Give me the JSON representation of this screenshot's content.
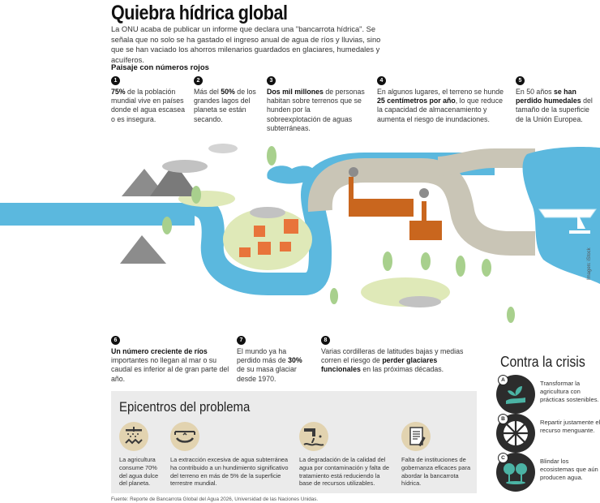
{
  "header": {
    "title": "Quiebra hídrica global",
    "intro": "La ONU acaba de publicar un informe que declara una \"bancarrota hídrica\". Se señala que no solo se ha gastado el ingreso anual de agua de ríos y lluvias, sino que se han vaciado los ahorros milenarios guardados en glaciares, humedales y acuíferos.",
    "subhead": "Paisaje con números rojos"
  },
  "facts": [
    {
      "num": "1",
      "bold": "75%",
      "text": " de la población mundial vive en países donde el agua escasea o es insegura."
    },
    {
      "num": "2",
      "pre": "Más del ",
      "bold": "50%",
      "text": " de los grandes lagos del planeta se están secando."
    },
    {
      "num": "3",
      "bold": "Dos mil millones",
      "text": " de personas habitan sobre terrenos que se hunden por la sobreexplotación de aguas subterráneas."
    },
    {
      "num": "4",
      "pre": "En algunos lugares, el terreno se hunde ",
      "bold": "25 centímetros por año",
      "text": ", lo que reduce la capacidad de almacenamiento y aumenta el riesgo de inundaciones."
    },
    {
      "num": "5",
      "pre": "En 50 años ",
      "bold": "se han perdido humedales",
      "text": " del tamaño de la superficie de la Unión Europea."
    },
    {
      "num": "6",
      "bold": "Un número creciente de ríos",
      "text": " importantes no llegan al mar o su caudal es inferior al de gran parte del año."
    },
    {
      "num": "7",
      "pre": "El mundo ya ha perdido más de ",
      "bold": "30%",
      "text": " de su masa glaciar desde 1970."
    },
    {
      "num": "8",
      "pre": "Varias cordilleras de latitudes bajas y medias corren el riesgo de ",
      "bold": "perder glaciares funcionales",
      "text": " en las próximas décadas."
    }
  ],
  "crisis": {
    "title": "Contra la crisis",
    "items": [
      {
        "badge": "A",
        "text": "Transformar la agricultura con prácticas sostenibles.",
        "icon": "hand-plant-icon"
      },
      {
        "badge": "B",
        "text": "Repartir justamente el recurso menguante.",
        "icon": "pie-share-icon"
      },
      {
        "badge": "C",
        "text": "Blindar los ecosistemas que aún producen agua.",
        "icon": "trees-icon"
      }
    ]
  },
  "epicentros": {
    "title": "Epicentros del problema",
    "items": [
      {
        "text": "La agricultura consume 70% del agua dulce del planeta.",
        "icon": "irrigation-icon"
      },
      {
        "text": "La extracción excesiva de agua subterránea ha contribuido a un hundimiento significativo del terreno en más de 5% de la superficie terrestre mundial.",
        "icon": "subsidence-icon"
      },
      {
        "text": "La degradación de la calidad del agua por contaminación y falta de tratamiento está reduciendo la base de recursos utilizables.",
        "icon": "pollution-pipe-icon"
      },
      {
        "text": "Falta de instituciones de gobernanza eficaces para abordar la bancarrota hídrica.",
        "icon": "document-icon"
      }
    ]
  },
  "source": "Fuente: Reporte de Bancarrota Global del Agua 2026, Universidad de las Naciones Unidas.",
  "credit": "Imagen: iStock",
  "colors": {
    "water": "#5bb8de",
    "land": "#c9c5b6",
    "grass": "#dfe9b8",
    "factory": "#c9661e",
    "house": "#e8743b",
    "tree": "#a8d08d"
  }
}
